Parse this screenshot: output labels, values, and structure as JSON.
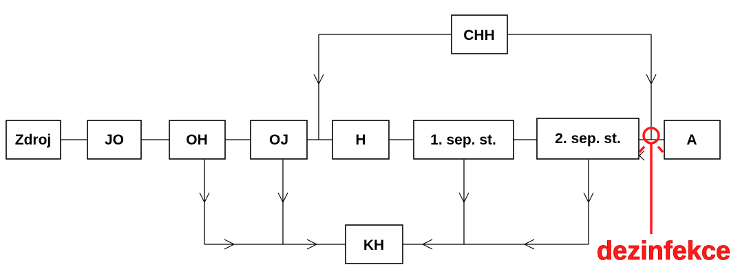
{
  "nodes": {
    "zdroj": "Zdroj",
    "jo": "JO",
    "oh": "OH",
    "oj": "OJ",
    "h": "H",
    "sep1": "1. sep. st.",
    "sep2": "2. sep. st.",
    "a": "A",
    "chh": "CHH",
    "kh": "KH"
  },
  "annotation": {
    "label": "dezinfekce",
    "color": "#ff1a1a"
  },
  "colors": {
    "lines": "#000000",
    "boxes_fill": "#ffffff"
  }
}
